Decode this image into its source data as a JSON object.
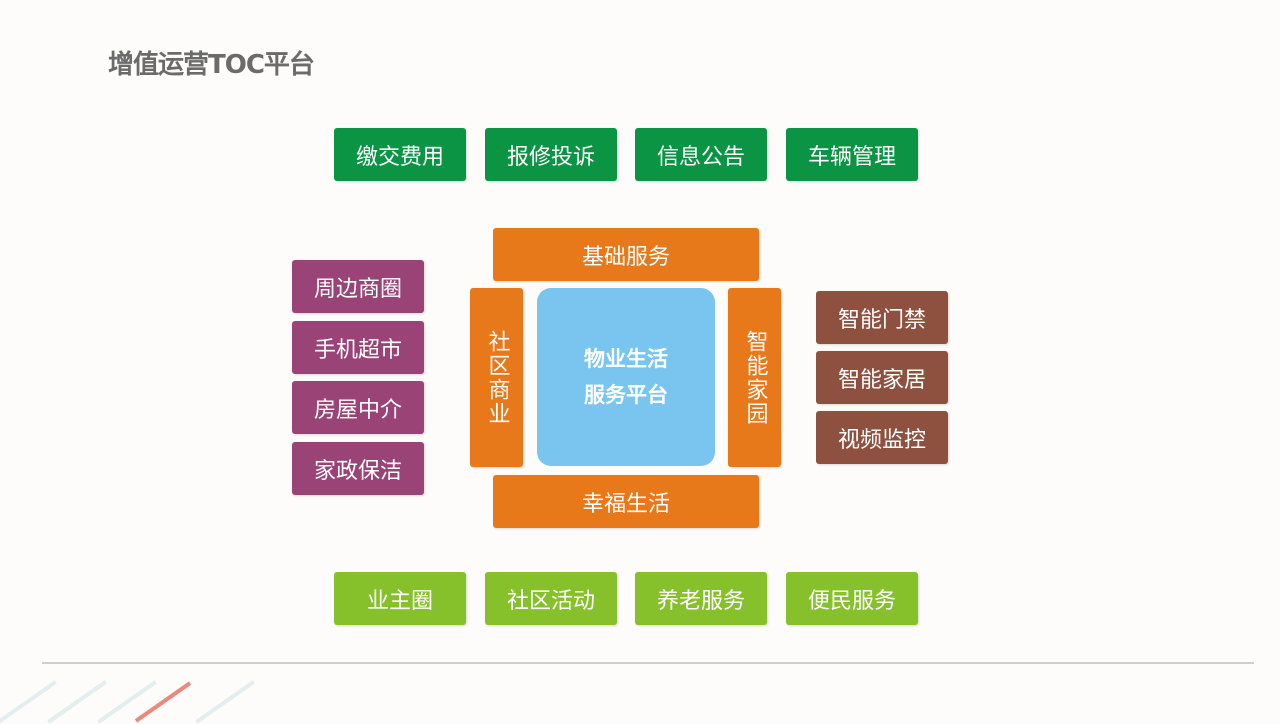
{
  "title": "增值运营TOC平台",
  "top_row": [
    "缴交费用",
    "报修投诉",
    "信息公告",
    "车辆管理"
  ],
  "bottom_row": [
    "业主圈",
    "社区活动",
    "养老服务",
    "便民服务"
  ],
  "left_column": [
    "周边商圈",
    "手机超市",
    "房屋中介",
    "家政保洁"
  ],
  "right_column": [
    "智能门禁",
    "智能家居",
    "视频监控"
  ],
  "ring": {
    "top": "基础服务",
    "bottom": "幸福生活",
    "left": "社区商业",
    "right": "智能家园"
  },
  "center": {
    "line1": "物业生活",
    "line2": "服务平台"
  }
}
